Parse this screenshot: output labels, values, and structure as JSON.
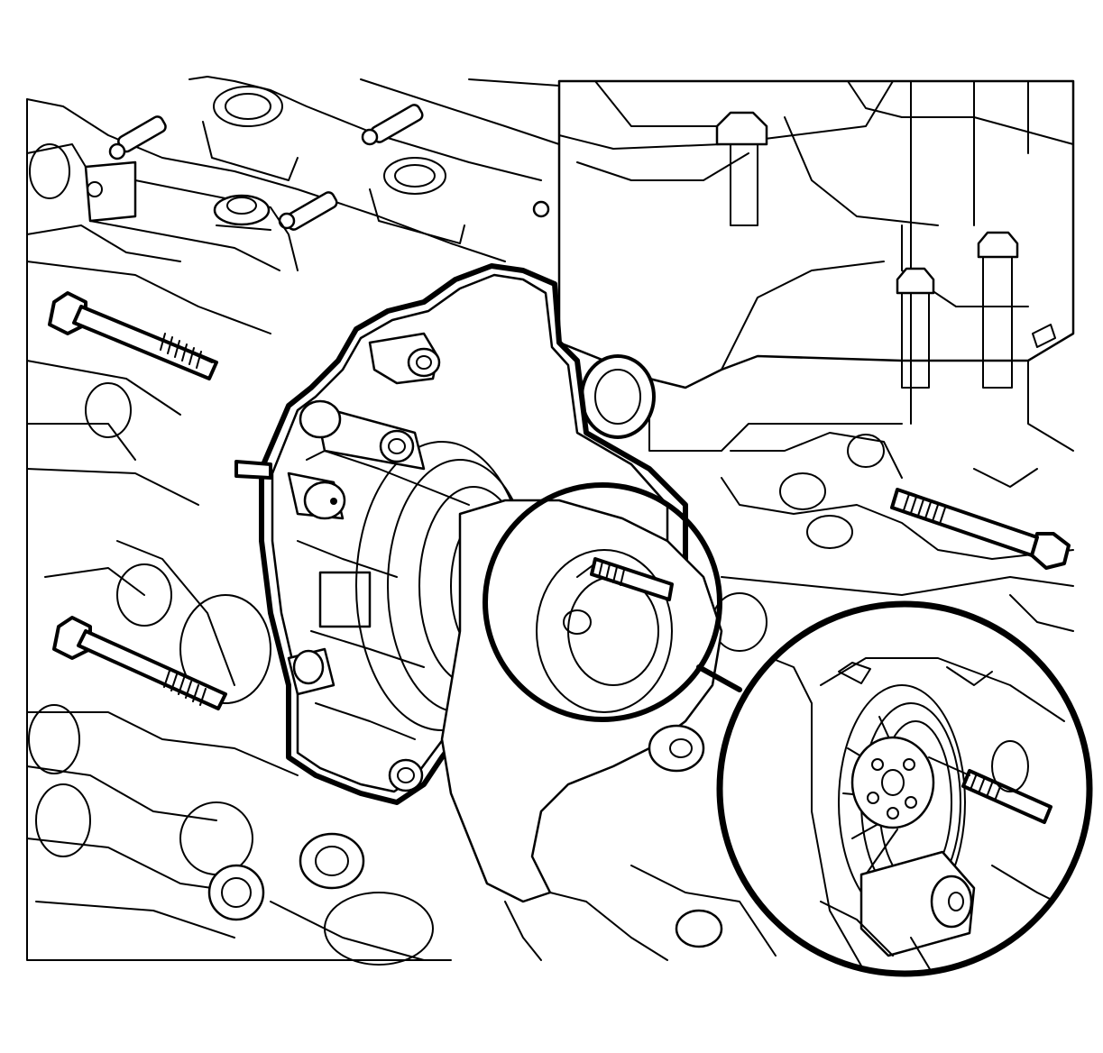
{
  "figure": {
    "background_color": "#ffffff",
    "line_color": "#000000",
    "type": "line-art exploded view",
    "elements": [
      "engine-block",
      "upper-engine-cover",
      "alternator-assembly",
      "mounting-bolts",
      "callout-circle",
      "detail-magnified-view"
    ]
  }
}
